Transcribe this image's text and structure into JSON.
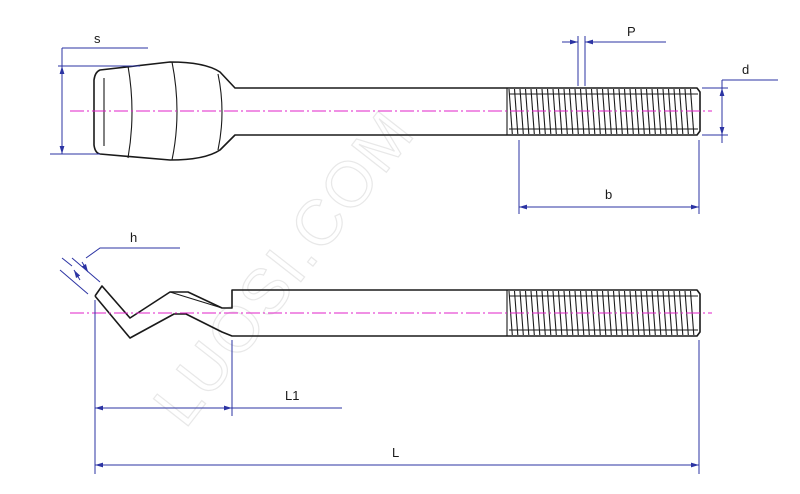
{
  "watermark": "LUOSI.COM",
  "labels": {
    "s": "s",
    "p": "P",
    "d": "d",
    "b": "b",
    "h": "h",
    "l1": "L1",
    "l": "L"
  },
  "colors": {
    "part": "#1a1a1a",
    "dimension": "#2b33a3",
    "centerline": "#e020c8",
    "watermark": "#e8e8e8"
  }
}
